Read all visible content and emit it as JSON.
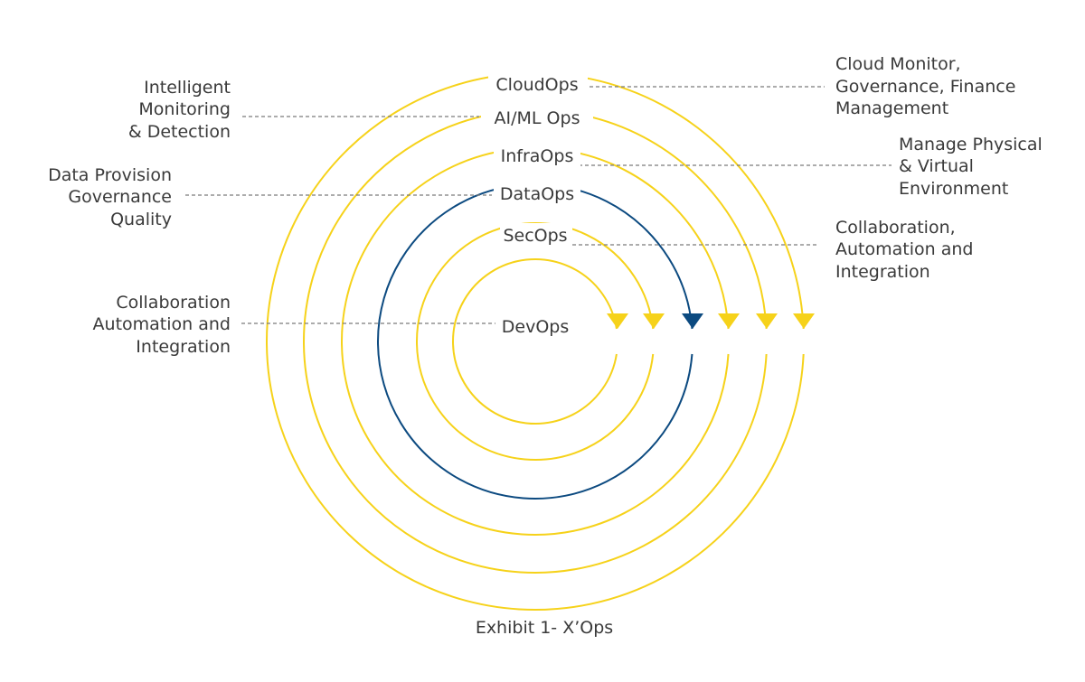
{
  "colors": {
    "ring": "#f6d21a",
    "highlight": "#0c4a80",
    "text": "#3a3a3a",
    "leader": "#7a7a7a"
  },
  "rings": [
    {
      "label": "DevOps",
      "highlighted": false
    },
    {
      "label": "SecOps",
      "highlighted": false
    },
    {
      "label": "DataOps",
      "highlighted": true
    },
    {
      "label": "InfraOps",
      "highlighted": false
    },
    {
      "label": "AI/ML Ops",
      "highlighted": false
    },
    {
      "label": "CloudOps",
      "highlighted": false
    }
  ],
  "descriptions": {
    "cloudops": [
      "Cloud Monitor,",
      "Governance, Finance",
      "Management"
    ],
    "aimlops": [
      "Intelligent",
      "Monitoring",
      "& Detection"
    ],
    "infraops": [
      "Manage Physical",
      "& Virtual",
      "Environment"
    ],
    "dataops": [
      "Data Provision",
      "Governance",
      "Quality"
    ],
    "secops": [
      "Collaboration,",
      "Automation and",
      "Integration"
    ],
    "devops": [
      "Collaboration",
      "Automation and",
      "Integration"
    ]
  },
  "caption": "Exhibit 1- X’Ops"
}
